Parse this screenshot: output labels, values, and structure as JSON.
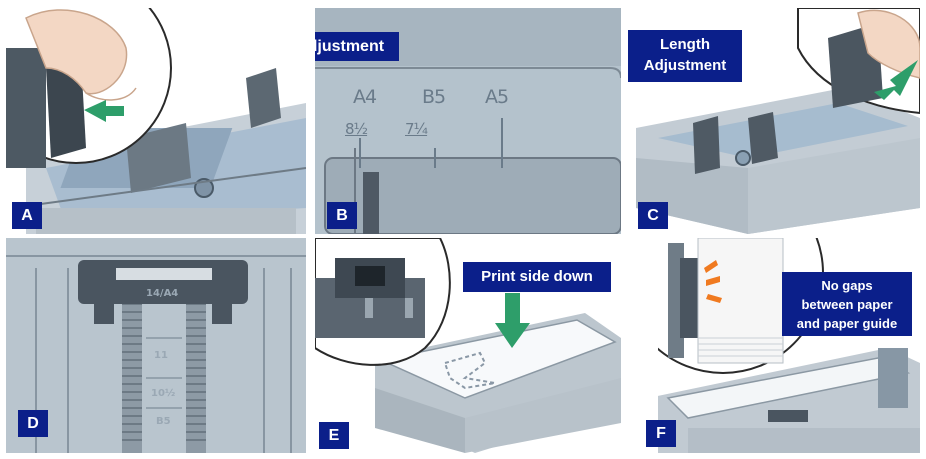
{
  "panels": {
    "a": {
      "letter": "A"
    },
    "b": {
      "letter": "B",
      "callout": "Width Adjustment",
      "marks": {
        "a4": "A4",
        "b5": "B5",
        "a5": "A5",
        "w85": "8½",
        "w725": "7¼"
      }
    },
    "c": {
      "letter": "C",
      "callout_line1": "Length",
      "callout_line2": "Adjustment"
    },
    "d": {
      "letter": "D",
      "marks": {
        "m14": "14/A4",
        "m11": "11",
        "m105": "10½",
        "mb5": "B5"
      }
    },
    "e": {
      "letter": "E",
      "callout": "Print side down"
    },
    "f": {
      "letter": "F",
      "callout_line1": "No gaps",
      "callout_line2": "between paper",
      "callout_line3": "and paper guide"
    }
  },
  "colors": {
    "label_bg": "#0b1f8a",
    "tray_gray": "#b8c3cc",
    "tray_blue": "#9fb4c8",
    "tab_dark": "#4a5560",
    "arrow_green": "#2e9e6a",
    "accent_orange": "#f07a20"
  }
}
